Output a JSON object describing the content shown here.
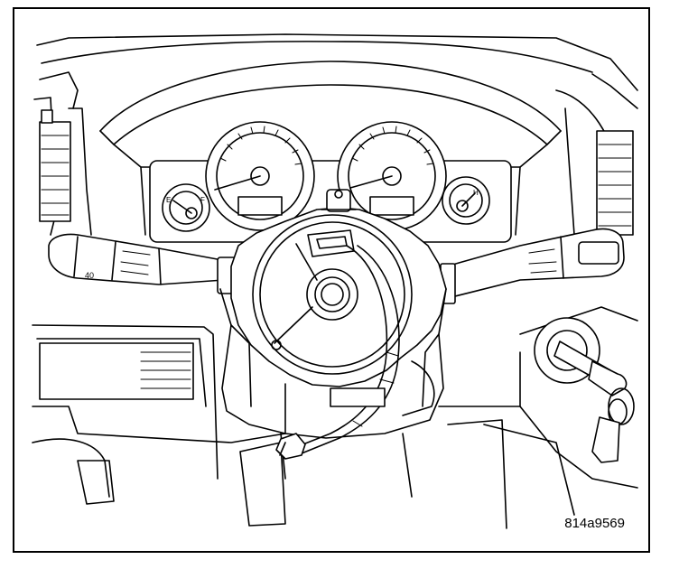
{
  "figure": {
    "id": "814a9569"
  },
  "gauges": {
    "fuel": {
      "empty_label": "E",
      "full_label": "F"
    },
    "temperature": {
      "hot_label": "H"
    }
  },
  "stalk_left": {
    "marking": "40"
  }
}
